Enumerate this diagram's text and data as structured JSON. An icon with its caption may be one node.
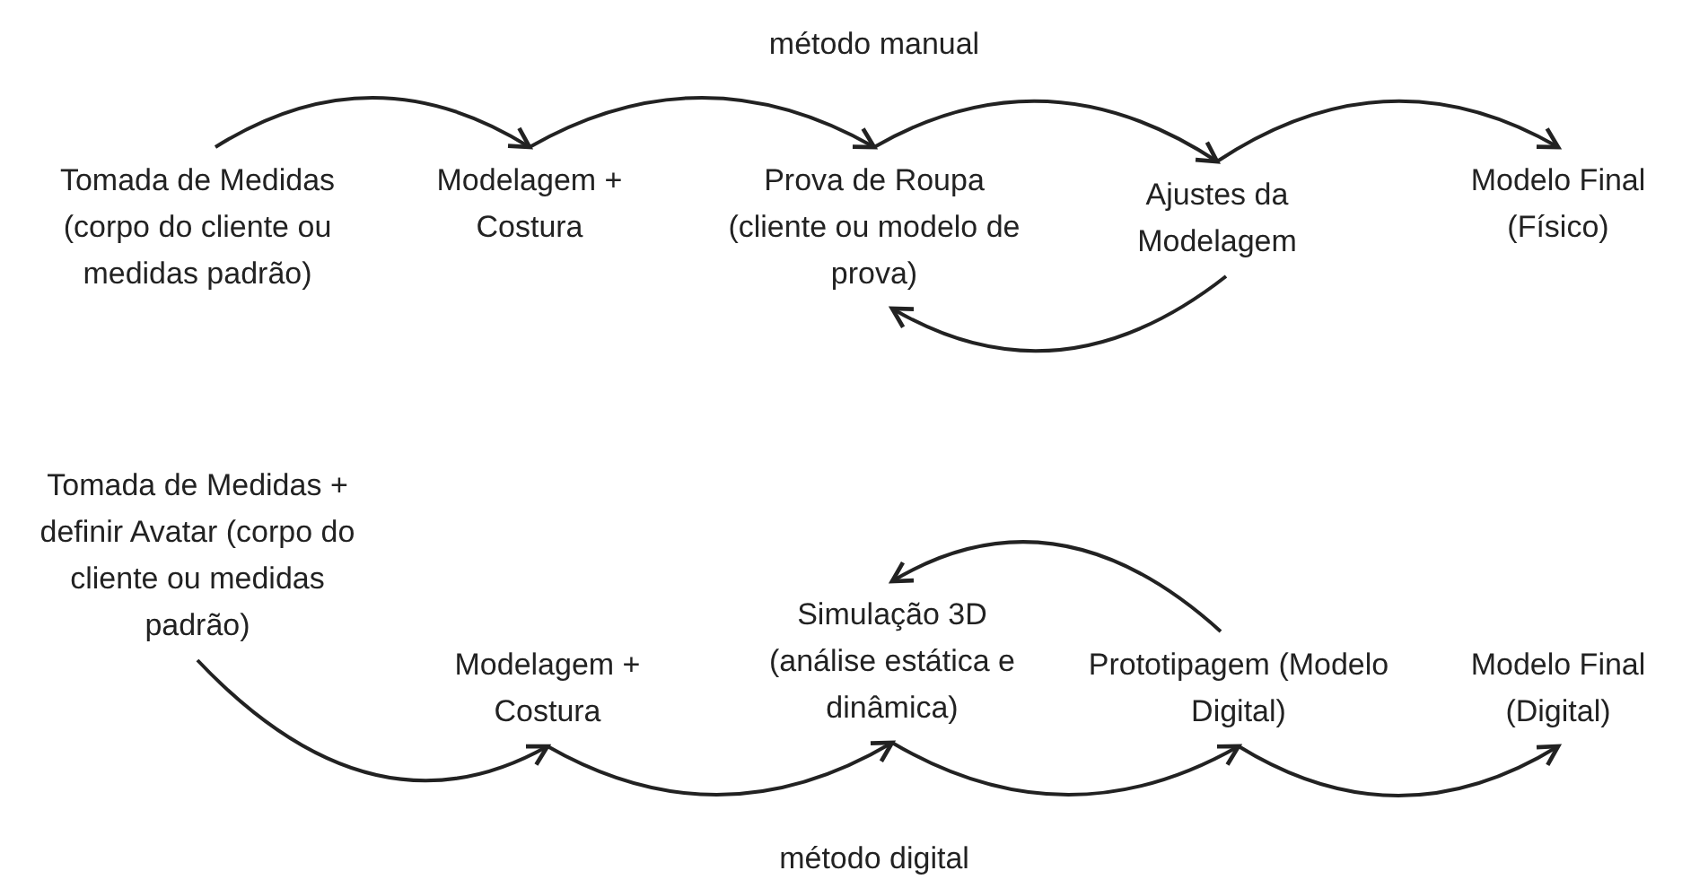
{
  "diagram": {
    "nodes": [
      {
        "text": [
          "Tomada de Medidas (corpo do cliente ou medidas padrão)"
        ]
      },
      {
        "text": [
          "Modelagem + Costura"
        ]
      },
      {
        "text": [
          "Prova de Roupa (cliente ou modelo de prova)"
        ]
      },
      {
        "text": [
          "Ajustes da Modelagem"
        ]
      },
      {
        "text": [
          "Modelo Final (Físico)"
        ]
      },
      {
        "text": [
          "Tomada de Medidas + definir Avatar (corpo do cliente ou medidas padrão)"
        ]
      },
      {
        "text": [
          "Modelagem + Costura"
        ]
      },
      {
        "text": [
          "Simulação 3D (análise estática e dinâmica)"
        ]
      },
      {
        "text": [
          "Prototipagem (Modelo Digital)"
        ]
      },
      {
        "text": [
          "Modelo Final (Digital)"
        ]
      }
    ],
    "edges": [
      {
        "from": 0,
        "to": 1,
        "arrow": "to"
      },
      {
        "from": 1,
        "to": 2,
        "arrow": "to"
      },
      {
        "from": 2,
        "to": 3,
        "arrow": "to"
      },
      {
        "from": 3,
        "to": 4,
        "arrow": "to"
      },
      {
        "from": 3,
        "to": 2,
        "arrow": "to"
      },
      {
        "from": 5,
        "to": 6,
        "arrow": "to"
      },
      {
        "from": 6,
        "to": 7,
        "arrow": "to"
      },
      {
        "from": 7,
        "to": 8,
        "arrow": "to"
      },
      {
        "from": 8,
        "to": 9,
        "arrow": "to"
      },
      {
        "from": 8,
        "to": 7,
        "arrow": "to"
      }
    ],
    "labels": [
      "método manual",
      "método digital"
    ]
  }
}
